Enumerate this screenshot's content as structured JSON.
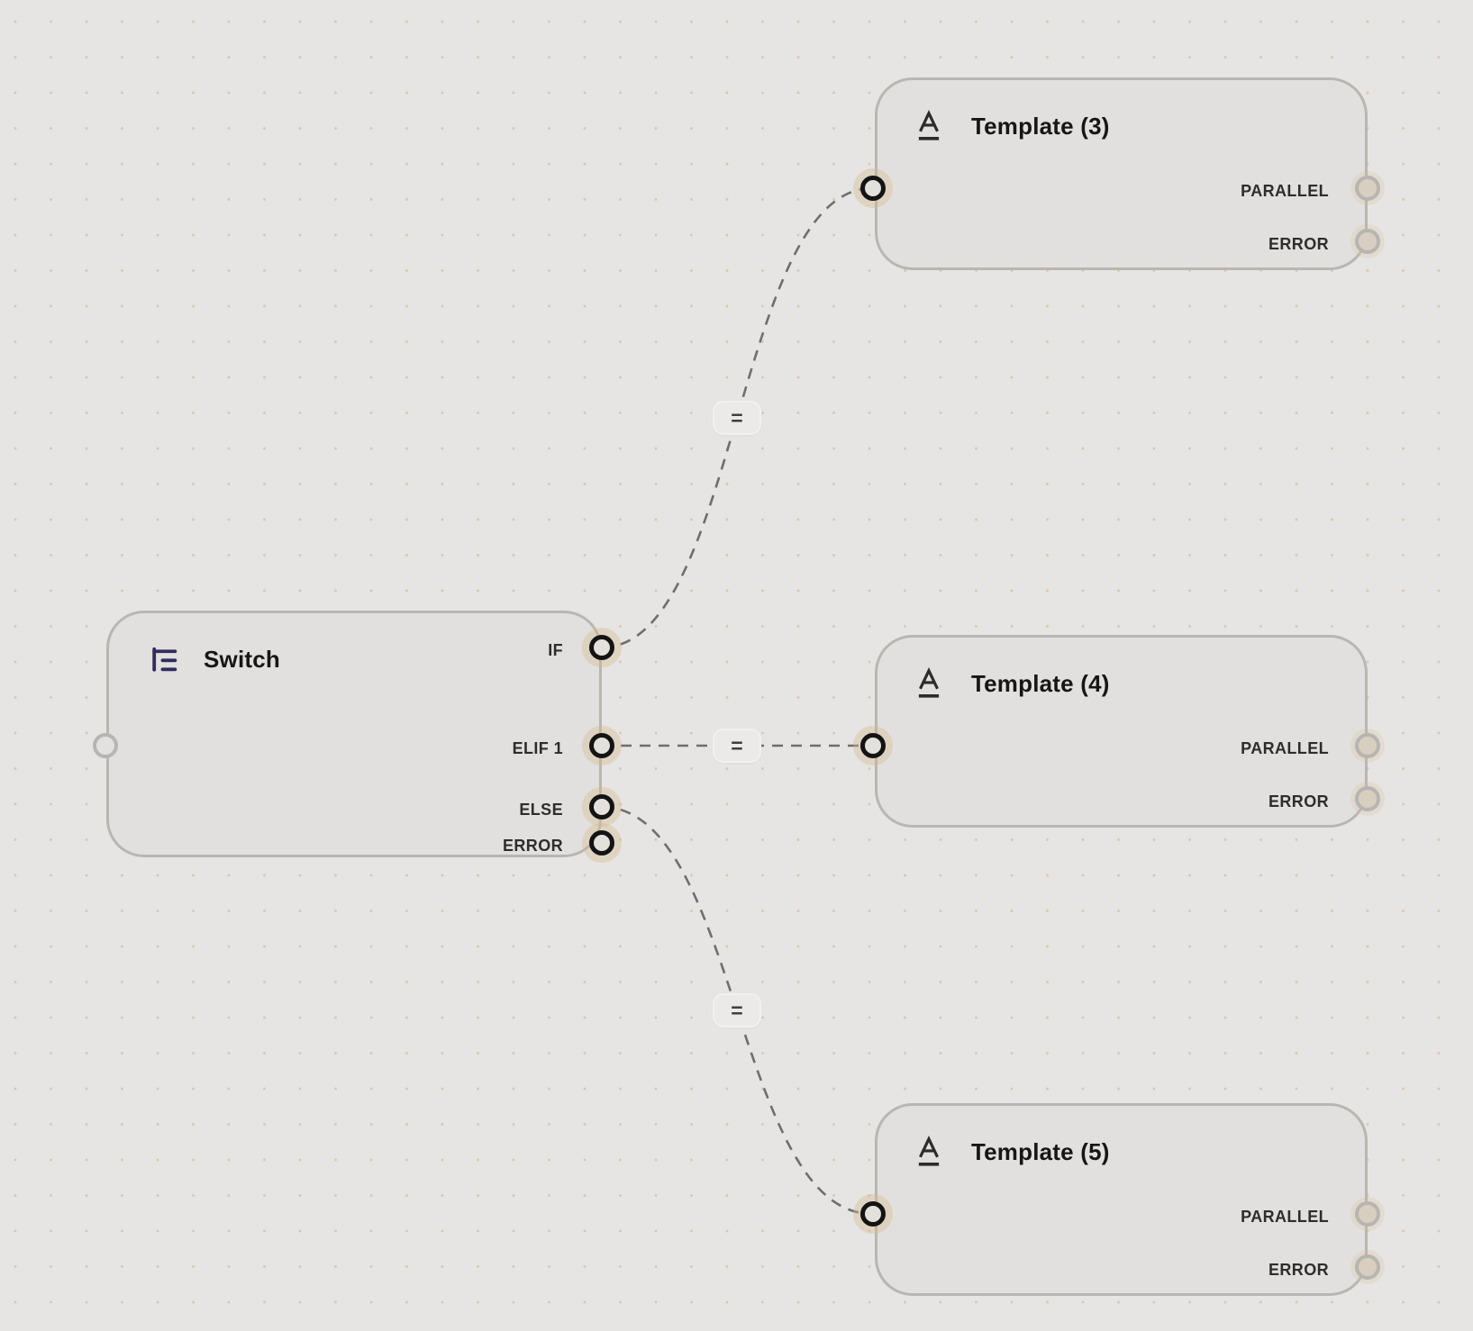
{
  "nodes": {
    "switch": {
      "title": "Switch",
      "icon": "switch-tree-icon",
      "ports": {
        "if": "IF",
        "elif1": "ELIF 1",
        "else": "ELSE",
        "error": "ERROR"
      }
    },
    "template3": {
      "title": "Template (3)",
      "icon": "template-text-icon",
      "ports": {
        "parallel": "PARALLEL",
        "error": "ERROR"
      }
    },
    "template4": {
      "title": "Template (4)",
      "icon": "template-text-icon",
      "ports": {
        "parallel": "PARALLEL",
        "error": "ERROR"
      }
    },
    "template5": {
      "title": "Template (5)",
      "icon": "template-text-icon",
      "ports": {
        "parallel": "PARALLEL",
        "error": "ERROR"
      }
    }
  },
  "edges": {
    "equals_label": "=",
    "connections": [
      {
        "from": "Switch IF",
        "to": "Template (3)",
        "label": "="
      },
      {
        "from": "Switch ELIF 1",
        "to": "Template (4)",
        "label": "="
      },
      {
        "from": "Switch ELSE",
        "to": "Template (5)",
        "label": "="
      }
    ]
  },
  "colors": {
    "canvas_background": "#e6e5e3",
    "grid_dot": "#dcc3a8",
    "node_fill": "#e2e0de",
    "node_border": "#b9b6b2",
    "edge_dash": "#6f6e6b",
    "connected_port_ring": "#141414",
    "open_port_fill": "#d9cfc0",
    "port_halo": "#d6b98e",
    "switch_icon": "#312d5e",
    "template_icon": "#2c2b29"
  }
}
